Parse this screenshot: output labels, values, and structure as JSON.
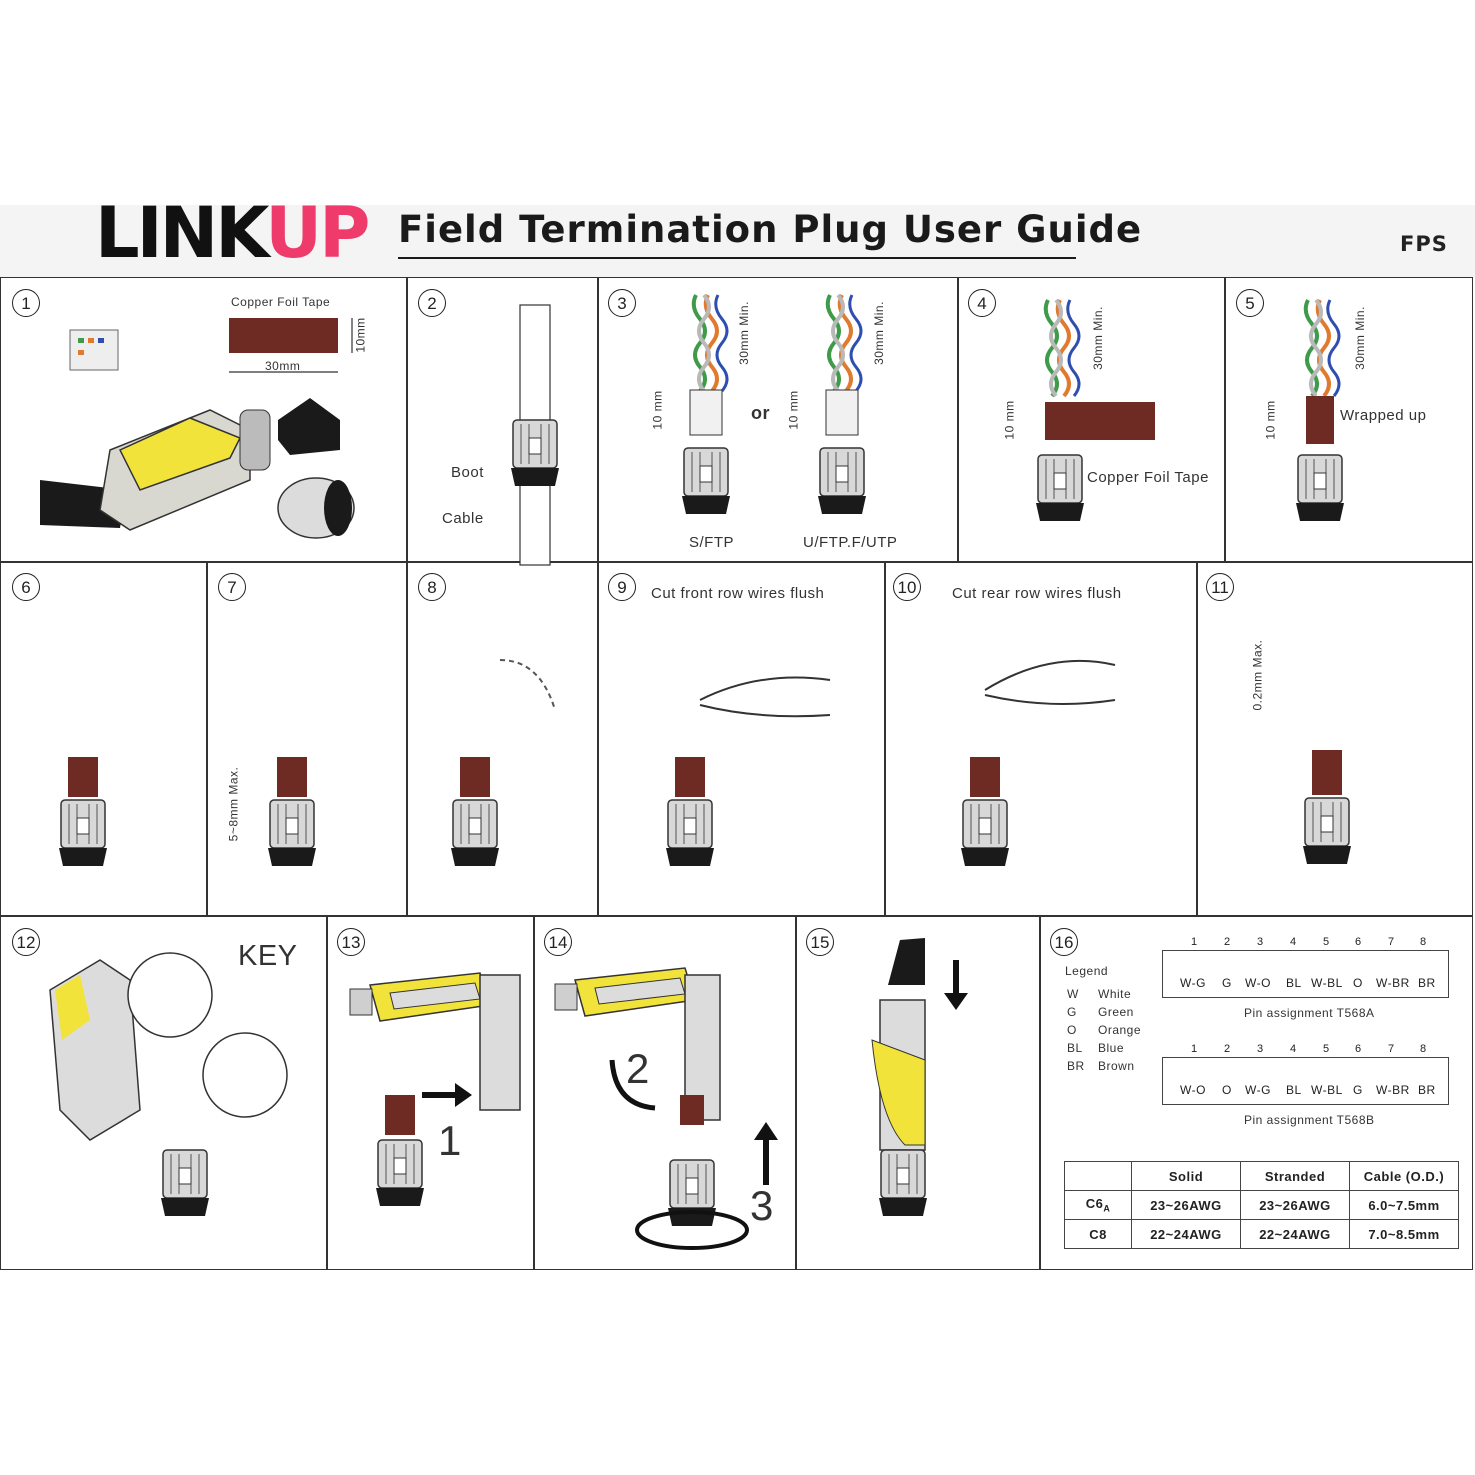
{
  "header": {
    "logo_part1": "LINK",
    "logo_part2": "UP",
    "title": "Field Termination Plug User Guide",
    "model": "FPS"
  },
  "colors": {
    "accent": "#ef3b6b",
    "foil": "#6e2b24",
    "plug_yellow": "#f2e33a",
    "orange_wire": "#e07a2e",
    "green_wire": "#3f9a4a"
  },
  "steps": {
    "s1": {
      "num": "1",
      "foil_label": "Copper Foil Tape",
      "width": "30mm",
      "height": "10mm"
    },
    "s2": {
      "num": "2",
      "boot": "Boot",
      "cable": "Cable"
    },
    "s3": {
      "num": "3",
      "min": "30mm Min.",
      "strip": "10 mm",
      "or": "or",
      "type_a": "S/FTP",
      "type_b": "U/FTP.F/UTP"
    },
    "s4": {
      "num": "4",
      "min": "30mm Min.",
      "strip": "10 mm",
      "tape": "Copper Foil Tape"
    },
    "s5": {
      "num": "5",
      "min": "30mm Min.",
      "strip": "10 mm",
      "wrapped": "Wrapped up"
    },
    "s6": {
      "num": "6"
    },
    "s7": {
      "num": "7",
      "max": "5~8mm Max."
    },
    "s8": {
      "num": "8"
    },
    "s9": {
      "num": "9",
      "caption": "Cut front row wires flush"
    },
    "s10": {
      "num": "10",
      "caption": "Cut rear row wires flush"
    },
    "s11": {
      "num": "11",
      "max": "0.2mm Max."
    },
    "s12": {
      "num": "12",
      "key": "KEY"
    },
    "s13": {
      "num": "13",
      "arrow": "1"
    },
    "s14": {
      "num": "14",
      "arrow2": "2",
      "arrow3": "3"
    },
    "s15": {
      "num": "15"
    },
    "s16": {
      "num": "16",
      "legend_title": "Legend",
      "legend": [
        {
          "code": "W",
          "name": "White"
        },
        {
          "code": "G",
          "name": "Green"
        },
        {
          "code": "O",
          "name": "Orange"
        },
        {
          "code": "BL",
          "name": "Blue"
        },
        {
          "code": "BR",
          "name": "Brown"
        }
      ],
      "pin_numbers": [
        "1",
        "2",
        "3",
        "4",
        "5",
        "6",
        "7",
        "8"
      ],
      "t568a": [
        "W-G",
        "G",
        "W-O",
        "BL",
        "W-BL",
        "O",
        "W-BR",
        "BR"
      ],
      "t568a_caption": "Pin assignment T568A",
      "t568b": [
        "W-O",
        "O",
        "W-G",
        "BL",
        "W-BL",
        "G",
        "W-BR",
        "BR"
      ],
      "t568b_caption": "Pin assignment T568B",
      "table": {
        "headers": [
          "",
          "Solid",
          "Stranded",
          "Cable (O.D.)"
        ],
        "rows": [
          [
            "C6",
            "23~26AWG",
            "23~26AWG",
            "6.0~7.5mm"
          ],
          [
            "C8",
            "22~24AWG",
            "22~24AWG",
            "7.0~8.5mm"
          ]
        ],
        "c6_sub": "A"
      }
    }
  }
}
